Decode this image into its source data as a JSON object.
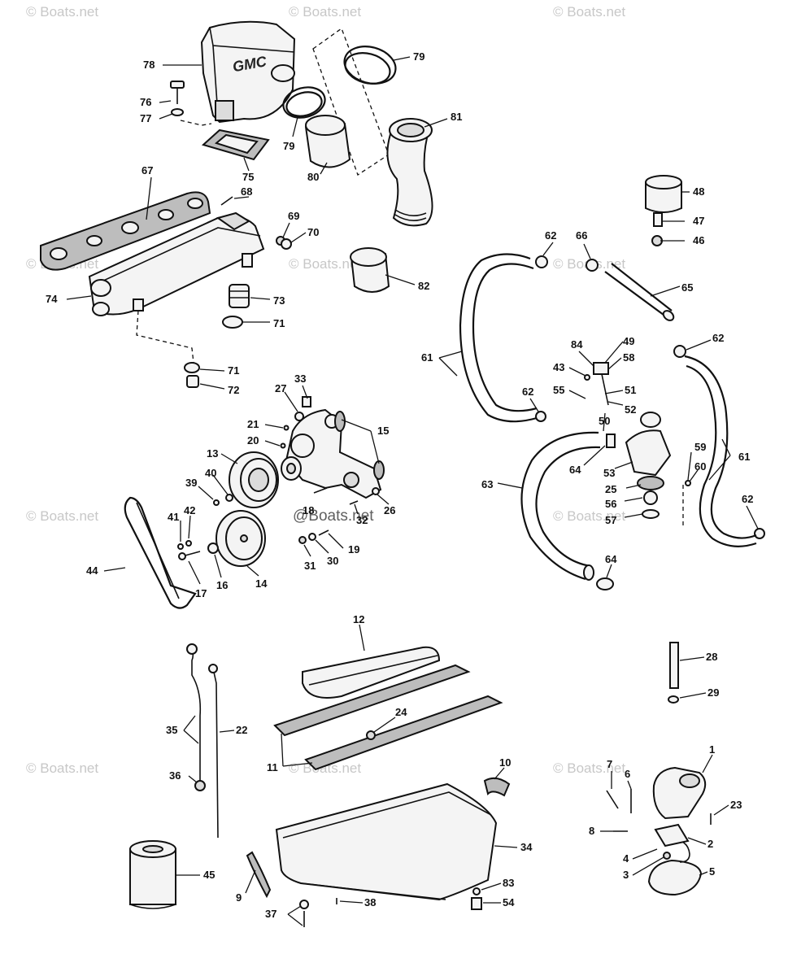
{
  "watermark": {
    "text": "© Boats.net",
    "center_text": "@Boats.net"
  },
  "manifold_brand": "GMC",
  "part_numbers": {
    "p1": "1",
    "p2": "2",
    "p3": "3",
    "p4": "4",
    "p5": "5",
    "p6": "6",
    "p7": "7",
    "p8": "8",
    "p9": "9",
    "p10": "10",
    "p11": "11",
    "p12": "12",
    "p13": "13",
    "p14": "14",
    "p15": "15",
    "p16": "16",
    "p17": "17",
    "p18": "18",
    "p19": "19",
    "p20": "20",
    "p21": "21",
    "p22": "22",
    "p23": "23",
    "p24": "24",
    "p25": "25",
    "p26": "26",
    "p27": "27",
    "p28": "28",
    "p29": "29",
    "p30": "30",
    "p31": "31",
    "p32": "32",
    "p33": "33",
    "p34": "34",
    "p35": "35",
    "p36": "36",
    "p37": "37",
    "p38": "38",
    "p39": "39",
    "p40": "40",
    "p41": "41",
    "p42": "42",
    "p43": "43",
    "p44": "44",
    "p45": "45",
    "p46": "46",
    "p47": "47",
    "p48": "48",
    "p49": "49",
    "p50": "50",
    "p51": "51",
    "p52": "52",
    "p53": "53",
    "p54": "54",
    "p55": "55",
    "p56": "56",
    "p57": "57",
    "p58": "58",
    "p59": "59",
    "p60": "60",
    "p61": "61",
    "p62": "62",
    "p63": "63",
    "p64": "64",
    "p65": "65",
    "p66": "66",
    "p67": "67",
    "p68": "68",
    "p69": "69",
    "p70": "70",
    "p71": "71",
    "p72": "72",
    "p73": "73",
    "p74": "74",
    "p75": "75",
    "p76": "76",
    "p77": "77",
    "p78": "78",
    "p79": "79",
    "p80": "80",
    "p81": "81",
    "p82": "82",
    "p83": "83",
    "p84": "84"
  }
}
